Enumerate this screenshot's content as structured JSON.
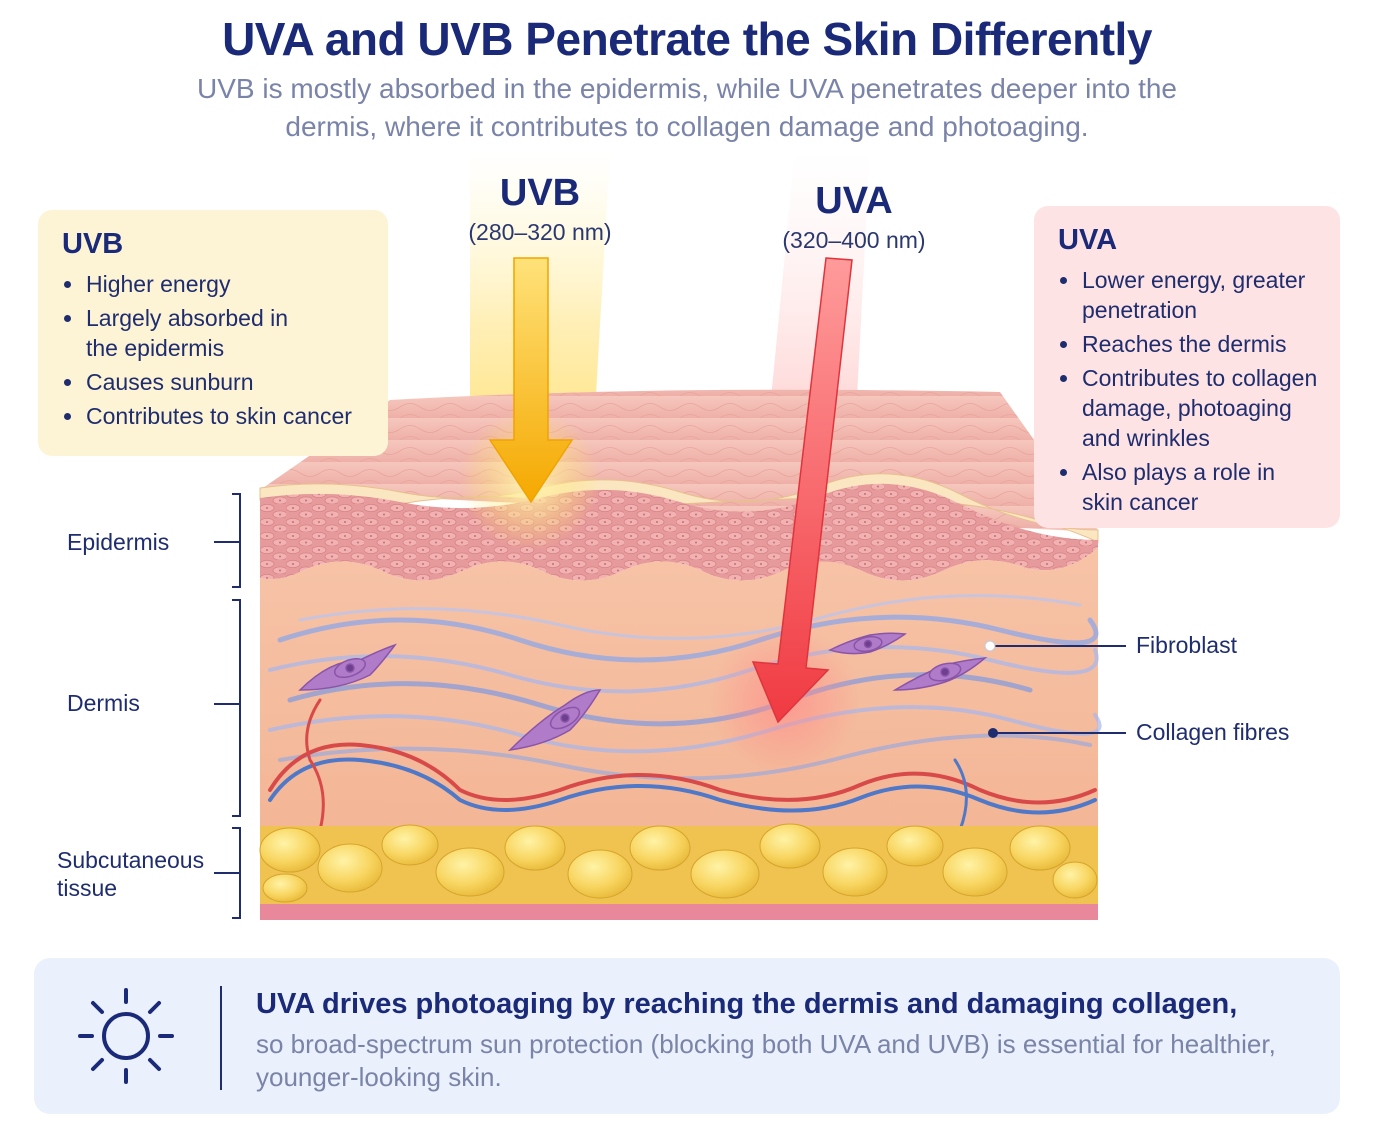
{
  "title": "UVA and UVB Penetrate the Skin Differently",
  "subtitle": "UVB is mostly absorbed in the epidermis, while UVA penetrates deeper into the dermis, where it contributes to collagen damage and photoaging.",
  "uvb": {
    "ray_label": "UVB",
    "wavelength": "(280–320 nm)",
    "card_title": "UVB",
    "bullets": [
      "Higher energy",
      "Largely absorbed in the epidermis",
      "Causes sunburn",
      "Contributes to skin cancer"
    ]
  },
  "uva": {
    "ray_label": "UVA",
    "wavelength": "(320–400 nm)",
    "card_title": "UVA",
    "bullets": [
      "Lower energy, greater penetration",
      "Reaches the dermis",
      "Contributes to collagen damage, photoaging and wrinkles",
      "Also plays a role in skin cancer"
    ]
  },
  "layers": {
    "epidermis": "Epidermis",
    "dermis": "Dermis",
    "subcutaneous_1": "Subcutaneous",
    "subcutaneous_2": "tissue"
  },
  "callouts": {
    "fibroblast": "Fibroblast",
    "collagen": "Collagen fibres"
  },
  "bottom": {
    "headline": "UVA drives photoaging by reaching the dermis and damaging collagen,",
    "body": "so broad-spectrum sun protection (blocking both UVA and UVB) is essential for healthier, younger-looking skin."
  },
  "icons": {
    "sun": "sun-icon"
  },
  "colors": {
    "uvb_arrow": "#f5b300",
    "uva_arrow": "#f2444a",
    "navy": "#1a2a78",
    "uvb_card": "#fdf4d6",
    "uva_card": "#fde3e4"
  }
}
